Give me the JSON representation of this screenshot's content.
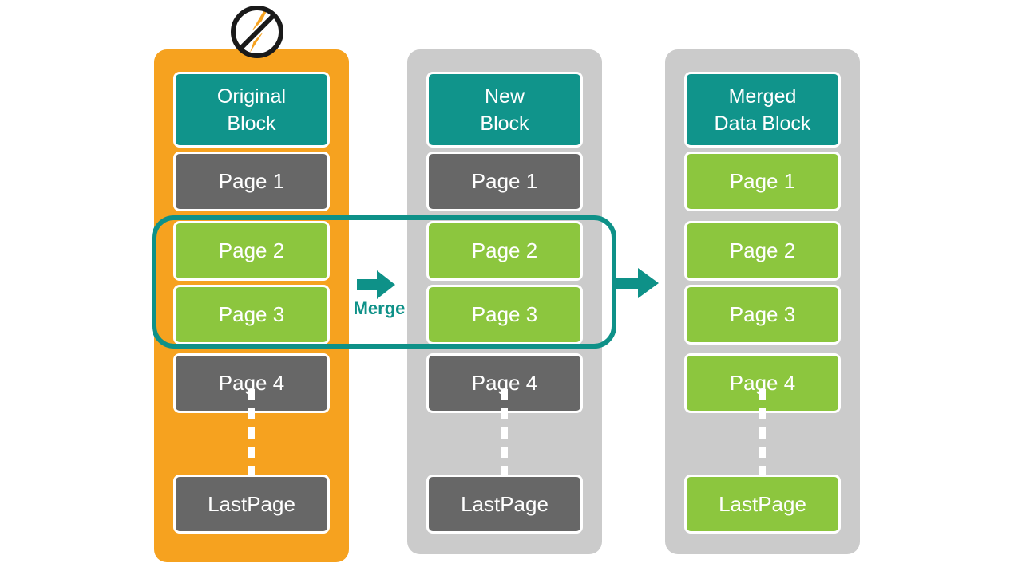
{
  "diagram": {
    "merge_label": "Merge",
    "columns": [
      {
        "header_line1": "Original",
        "header_line2": "Block",
        "pages": [
          {
            "label": "Page 1"
          },
          {
            "label": "Page 2"
          },
          {
            "label": "Page 3"
          },
          {
            "label": "Page 4"
          },
          {
            "label": "LastPage"
          }
        ]
      },
      {
        "header_line1": "New",
        "header_line2": "Block",
        "pages": [
          {
            "label": "Page 1"
          },
          {
            "label": "Page 2"
          },
          {
            "label": "Page 3"
          },
          {
            "label": "Page 4"
          },
          {
            "label": "LastPage"
          }
        ]
      },
      {
        "header_line1": "Merged",
        "header_line2": "Data Block",
        "pages": [
          {
            "label": "Page 1"
          },
          {
            "label": "Page 2"
          },
          {
            "label": "Page 3"
          },
          {
            "label": "Page 4"
          },
          {
            "label": "LastPage"
          }
        ]
      }
    ],
    "colors": {
      "orange": "#f6a21f",
      "column_gray": "#cbcbcb",
      "page_gray": "#676767",
      "page_green": "#8cc63e",
      "teal_header": "#10948b",
      "teal_accent": "#0e9188",
      "border_white": "#ffffff"
    }
  }
}
